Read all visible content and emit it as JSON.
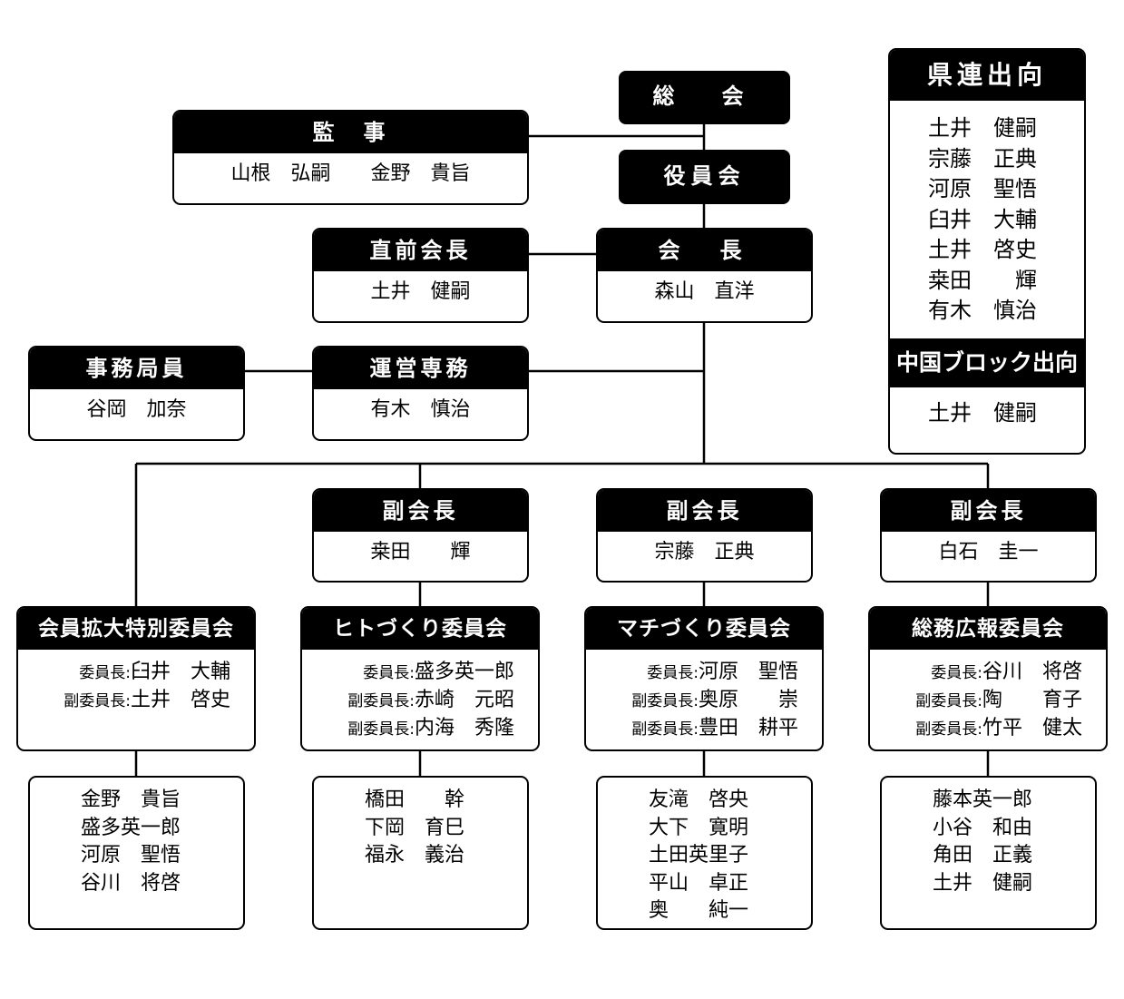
{
  "general_assembly": "総　会",
  "officers_meeting": "役員会",
  "auditors": {
    "title": "監　事",
    "members": "山根　弘嗣　　金野　貴旨"
  },
  "past_president": {
    "title": "直前会長",
    "name": "土井　健嗣"
  },
  "president": {
    "title": "会　長",
    "name": "森山　直洋"
  },
  "staff": {
    "title": "事務局員",
    "name": "谷岡　加奈"
  },
  "managing_director": {
    "title": "運営専務",
    "name": "有木　慎治"
  },
  "vice_presidents": [
    {
      "title": "副会長",
      "name": "桒田　　輝"
    },
    {
      "title": "副会長",
      "name": "宗藤　正典"
    },
    {
      "title": "副会長",
      "name": "白石　圭一"
    }
  ],
  "prefecture_dispatch": {
    "title": "県連出向",
    "members": [
      "土井　健嗣",
      "宗藤　正典",
      "河原　聖悟",
      "臼井　大輔",
      "土井　啓史",
      "桒田　　輝",
      "有木　慎治"
    ]
  },
  "chugoku_dispatch": {
    "title": "中国ブロック出向",
    "members": [
      "土井　健嗣"
    ]
  },
  "committees": [
    {
      "title": "会員拡大特別委員会",
      "leaders": [
        {
          "role": "委員長:",
          "name": "臼井　大輔"
        },
        {
          "role": "副委員長:",
          "name": "土井　啓史"
        }
      ],
      "members": [
        "金野　貴旨",
        "盛多英一郎",
        "河原　聖悟",
        "谷川　将啓"
      ]
    },
    {
      "title": "ヒトづくり委員会",
      "leaders": [
        {
          "role": "委員長:",
          "name": "盛多英一郎"
        },
        {
          "role": "副委員長:",
          "name": "赤崎　元昭"
        },
        {
          "role": "副委員長:",
          "name": "内海　秀隆"
        }
      ],
      "members": [
        "橋田　　幹",
        "下岡　育巳",
        "福永　義治"
      ]
    },
    {
      "title": "マチづくり委員会",
      "leaders": [
        {
          "role": "委員長:",
          "name": "河原　聖悟"
        },
        {
          "role": "副委員長:",
          "name": "奥原　　崇"
        },
        {
          "role": "副委員長:",
          "name": "豊田　耕平"
        }
      ],
      "members": [
        "友滝　啓央",
        "大下　寛明",
        "土田英里子",
        "平山　卓正",
        "奥　　純一"
      ]
    },
    {
      "title": "総務広報委員会",
      "leaders": [
        {
          "role": "委員長:",
          "name": "谷川　将啓"
        },
        {
          "role": "副委員長:",
          "name": "陶　　育子"
        },
        {
          "role": "副委員長:",
          "name": "竹平　健太"
        }
      ],
      "members": [
        "藤本英一郎",
        "小谷　和由",
        "角田　正義",
        "土井　健嗣"
      ]
    }
  ]
}
